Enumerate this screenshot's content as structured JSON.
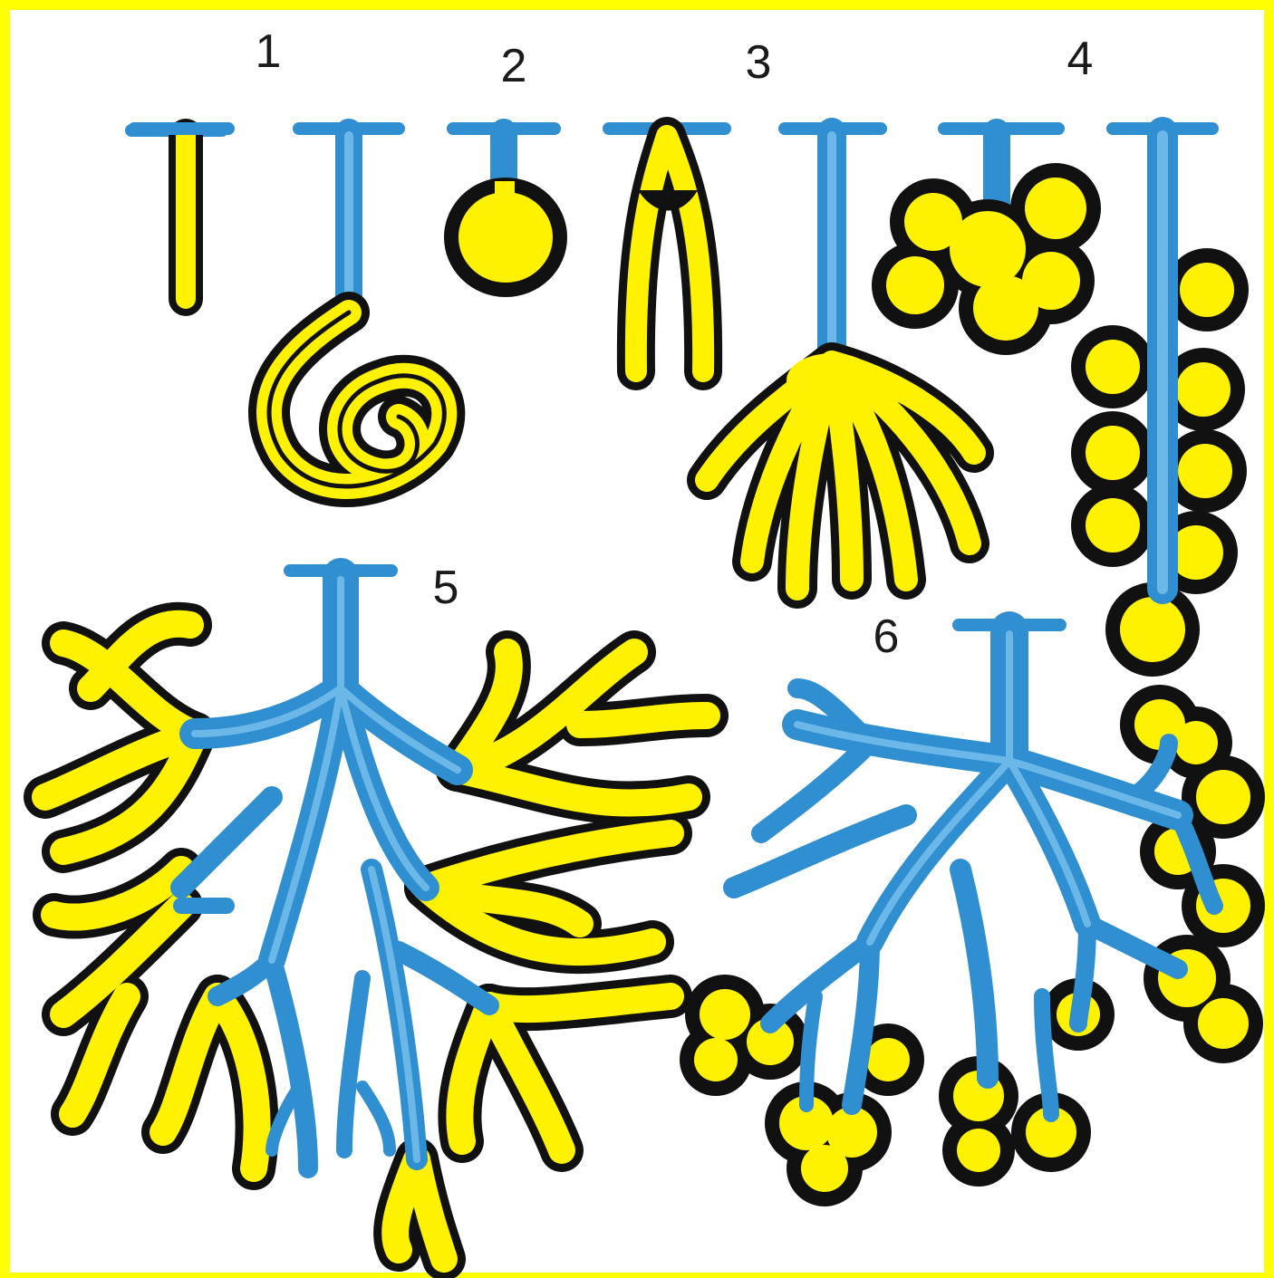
{
  "labels": {
    "gland1": "1",
    "gland2": "2",
    "gland3": "3",
    "gland4": "4",
    "gland5": "5",
    "gland6": "6"
  },
  "colors": {
    "frame": "#ffff00",
    "secretory": "#fff200",
    "duct": "#2f8fd0",
    "duct_light": "#6bb8e8",
    "outline": "#111111",
    "background": "#ffffff"
  }
}
